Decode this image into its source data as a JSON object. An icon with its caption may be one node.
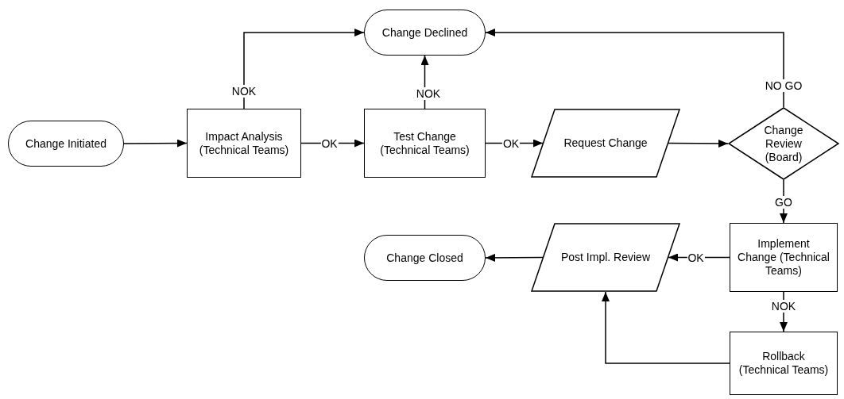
{
  "diagram": {
    "nodes": [
      {
        "text": [
          "Change Initiated"
        ]
      },
      {
        "text": [
          "Impact Analysis (Technical Teams)"
        ]
      },
      {
        "text": [
          "Change Declined"
        ]
      },
      {
        "text": [
          "Test Change (Technical Teams)"
        ]
      },
      {
        "text": [
          "Request Change"
        ]
      },
      {
        "text": [
          "Change Review (Board)"
        ]
      },
      {
        "text": [
          "Implement Change (Technical Teams)"
        ]
      },
      {
        "text": [
          "Post Impl. Review"
        ]
      },
      {
        "text": [
          "Change Closed"
        ]
      },
      {
        "text": [
          "Rollback (Technical Teams)"
        ]
      }
    ],
    "edges": [
      {
        "from": 0,
        "to": 1,
        "arrow": "to"
      },
      {
        "from": 1,
        "to": 3,
        "arrow": "to",
        "label": "OK"
      },
      {
        "from": 1,
        "to": 2,
        "arrow": "to",
        "label": "NOK"
      },
      {
        "from": 3,
        "to": 2,
        "arrow": "to",
        "label": "NOK"
      },
      {
        "from": 3,
        "to": 4,
        "arrow": "to",
        "label": "OK"
      },
      {
        "from": 4,
        "to": 5,
        "arrow": "to"
      },
      {
        "from": 5,
        "to": 2,
        "arrow": "to",
        "label": "NO GO"
      },
      {
        "from": 5,
        "to": 6,
        "arrow": "to",
        "label": "GO"
      },
      {
        "from": 6,
        "to": 7,
        "arrow": "to",
        "label": "OK"
      },
      {
        "from": 7,
        "to": 8,
        "arrow": "to"
      },
      {
        "from": 6,
        "to": 9,
        "arrow": "to",
        "label": "NOK"
      },
      {
        "from": 9,
        "to": 7,
        "arrow": "to"
      }
    ]
  }
}
